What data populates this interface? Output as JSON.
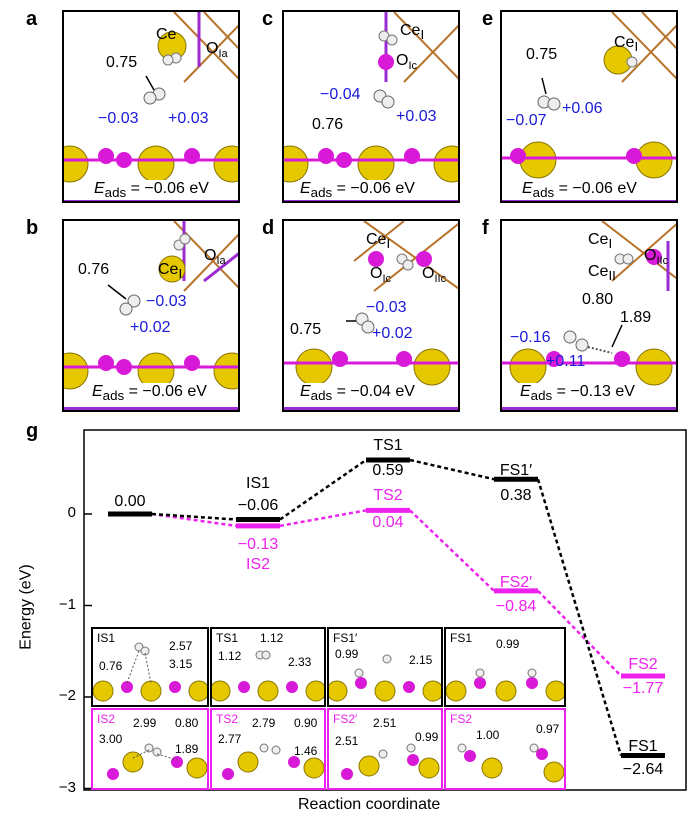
{
  "panels": {
    "a": {
      "label": "a",
      "atoms": [
        "Ce",
        "O"
      ],
      "atom_subs": [
        "",
        "Ia"
      ],
      "bond": "0.75",
      "charges": [
        "−0.03",
        "+0.03"
      ],
      "eads_var": "E",
      "eads_sub": "ads",
      "eads_val": " = −0.06 eV"
    },
    "b": {
      "label": "b",
      "atoms": [
        "Ce",
        "O"
      ],
      "atom_subs": [
        "I",
        "Ia"
      ],
      "bond": "0.76",
      "charges": [
        "−0.03",
        "+0.02"
      ],
      "eads_var": "E",
      "eads_sub": "ads",
      "eads_val": " = −0.06 eV"
    },
    "c": {
      "label": "c",
      "atoms": [
        "Ce",
        "O"
      ],
      "atom_subs": [
        "I",
        "Ic"
      ],
      "bond": "0.76",
      "charges": [
        "−0.04",
        "+0.03"
      ],
      "eads_var": "E",
      "eads_sub": "ads",
      "eads_val": " = −0.06 eV"
    },
    "d": {
      "label": "d",
      "atoms": [
        "Ce",
        "O",
        "O"
      ],
      "atom_subs": [
        "I",
        "Ic",
        "IIc"
      ],
      "bond": "0.75",
      "charges": [
        "−0.03",
        "+0.02"
      ],
      "eads_var": "E",
      "eads_sub": "ads",
      "eads_val": " = −0.04 eV"
    },
    "e": {
      "label": "e",
      "atoms": [
        "Ce"
      ],
      "atom_subs": [
        "I"
      ],
      "bond": "0.75",
      "charges": [
        "−0.07",
        "+0.06"
      ],
      "eads_var": "E",
      "eads_sub": "ads",
      "eads_val": " = −0.06 eV"
    },
    "f": {
      "label": "f",
      "atoms": [
        "Ce",
        "O",
        "Ce"
      ],
      "atom_subs": [
        "I",
        "IIc",
        "II"
      ],
      "bonds": [
        "0.80",
        "1.89"
      ],
      "charges": [
        "−0.16",
        "+0.11"
      ],
      "eads_var": "E",
      "eads_sub": "ads",
      "eads_val": " = −0.13 eV"
    }
  },
  "g": {
    "label": "g",
    "ylabel": "Energy (eV)",
    "xlabel": "Reaction coordinate",
    "yticks": [
      "0",
      "−1",
      "−2",
      "−3"
    ],
    "colors": {
      "path1": "#000000",
      "path2": "#ee22ee",
      "ce": "#e6c800",
      "o": "#d81ad8",
      "h": "#e8e8e8"
    },
    "levels": {
      "start": {
        "value": "0.00"
      },
      "is1": {
        "name": "IS1",
        "value": "−0.06"
      },
      "is2": {
        "name": "IS2",
        "value": "−0.13"
      },
      "ts1": {
        "name": "TS1",
        "value": "0.59"
      },
      "ts2": {
        "name": "TS2",
        "value": "0.04"
      },
      "fs1p": {
        "name": "FS1′",
        "value": "0.38"
      },
      "fs2p": {
        "name": "FS2′",
        "value": "−0.84"
      },
      "fs2": {
        "name": "FS2",
        "value": "−1.77"
      },
      "fs1": {
        "name": "FS1",
        "value": "−2.64"
      }
    },
    "insets_top": [
      {
        "name": "IS1",
        "dists": [
          "2.57",
          "0.76",
          "3.15"
        ]
      },
      {
        "name": "TS1",
        "dists": [
          "1.12",
          "1.12",
          "2.33"
        ]
      },
      {
        "name": "FS1′",
        "dists": [
          "0.99",
          "2.15"
        ]
      },
      {
        "name": "FS1",
        "dists": [
          "0.99"
        ]
      }
    ],
    "insets_bottom": [
      {
        "name": "IS2",
        "dists": [
          "2.99",
          "0.80",
          "3.00",
          "1.89"
        ]
      },
      {
        "name": "TS2",
        "dists": [
          "2.79",
          "0.90",
          "2.77",
          "1.46"
        ]
      },
      {
        "name": "FS2′",
        "dists": [
          "2.51",
          "2.51",
          "0.99"
        ]
      },
      {
        "name": "FS2",
        "dists": [
          "1.00",
          "0.97"
        ]
      }
    ]
  },
  "chart_data": {
    "type": "line",
    "title": "",
    "xlabel": "Reaction coordinate",
    "ylabel": "Energy (eV)",
    "ylim": [
      -3,
      0.8
    ],
    "categories": [
      "",
      "IS",
      "TS",
      "FS′",
      "FS"
    ],
    "series": [
      {
        "name": "",
        "values": [
          0.0,
          -0.06,
          0.59,
          0.38,
          -2.64
        ]
      },
      {
        "name": "",
        "values": [
          0.0,
          -0.13,
          0.04,
          -0.84,
          -1.77
        ]
      }
    ]
  }
}
